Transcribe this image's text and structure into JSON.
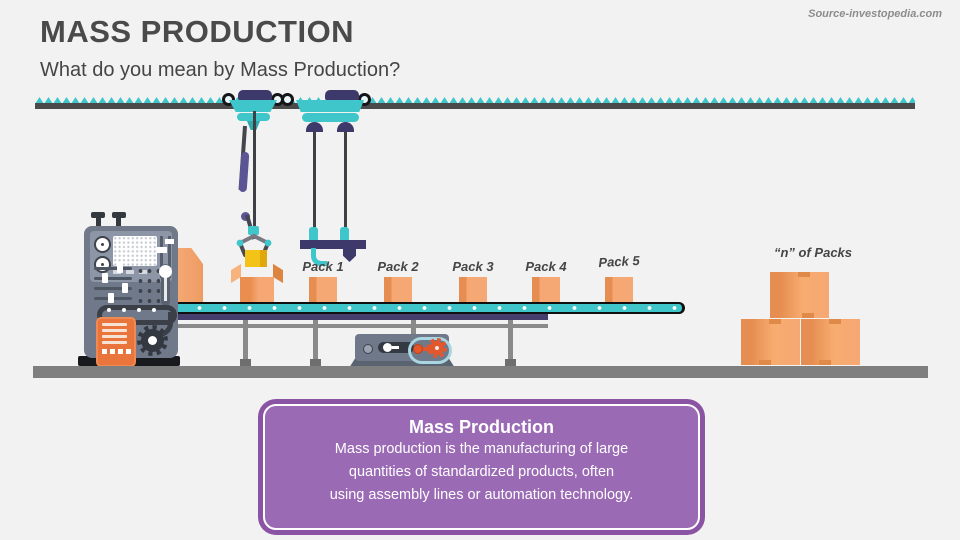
{
  "slide": {
    "title": "MASS PRODUCTION",
    "subtitle": "What do you mean by Mass Production?",
    "source": "Source-investopedia.com"
  },
  "conveyor": {
    "pack_labels": [
      "Pack 1",
      "Pack 2",
      "Pack 3",
      "Pack 4",
      "Pack 5"
    ],
    "stack_label": "“n” of Packs"
  },
  "definition": {
    "title": "Mass Production",
    "lines": [
      "Mass production is the manufacturing of large",
      "quantities of standardized products, often",
      "using assembly lines or automation technology."
    ]
  },
  "colors": {
    "background": "#F2F2F2",
    "teal": "#3EC6CB",
    "purple_dark": "#3D3A6B",
    "arm_purple": "#5B5596",
    "machine_gray": "#6F7989",
    "panel_gray": "#8C96A6",
    "orange": "#E9743C",
    "box_orange": "#F5A873",
    "box_orange_dark": "#E68E52",
    "yellow": "#F4C318",
    "definition_fill": "#9B6AB5",
    "definition_border": "#8A53A3",
    "floor_gray": "#7F7F7F",
    "rail_gray": "#4A4A4A"
  }
}
